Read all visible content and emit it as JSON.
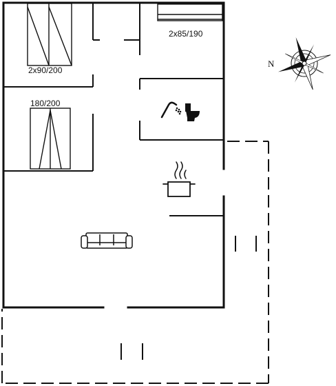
{
  "bed_labels": {
    "top_left": "2x90/200",
    "top_right": "2x85/190",
    "middle_left": "180/200"
  },
  "compass": {
    "north_label": "N",
    "icon": "compass-rose-icon"
  },
  "icons": {
    "bathroom": [
      "shower-icon",
      "toilet-icon"
    ],
    "kitchen": "cooking-pot-icon",
    "living": "sofa-icon"
  },
  "colors": {
    "wall": "#111111",
    "background": "#ffffff"
  }
}
